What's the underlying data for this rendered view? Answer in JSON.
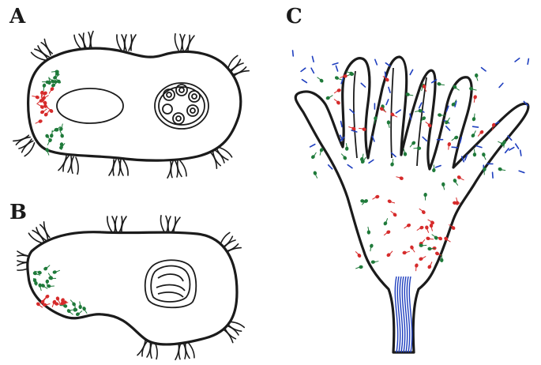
{
  "panels": {
    "a": {
      "label": "A"
    },
    "b": {
      "label": "B"
    },
    "c": {
      "label": "C"
    }
  },
  "colors": {
    "outline": "#1b1b1b",
    "green_cells": "#1f7a3a",
    "red_cells": "#d62b2b",
    "blue_cilia": "#1f3fbf",
    "background": "#ffffff"
  }
}
